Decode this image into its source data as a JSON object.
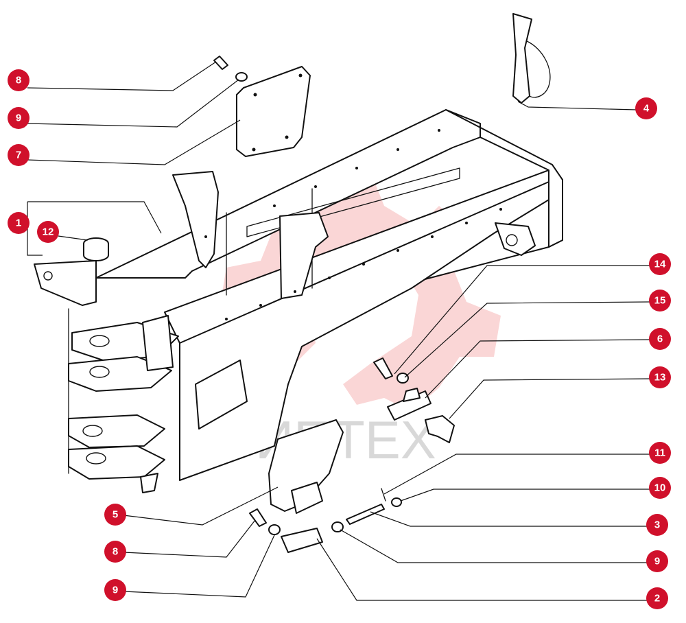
{
  "watermark": {
    "text": "ИПТЕХ",
    "color": "#f08a8a"
  },
  "callout_color": "#d0102b",
  "callouts": [
    {
      "id": "c8a",
      "label": "8"
    },
    {
      "id": "c9a",
      "label": "9"
    },
    {
      "id": "c7",
      "label": "7"
    },
    {
      "id": "c1",
      "label": "1"
    },
    {
      "id": "c12",
      "label": "12"
    },
    {
      "id": "c4",
      "label": "4"
    },
    {
      "id": "c14",
      "label": "14"
    },
    {
      "id": "c15",
      "label": "15"
    },
    {
      "id": "c6",
      "label": "6"
    },
    {
      "id": "c13",
      "label": "13"
    },
    {
      "id": "c11",
      "label": "11"
    },
    {
      "id": "c10",
      "label": "10"
    },
    {
      "id": "c3",
      "label": "3"
    },
    {
      "id": "c9b",
      "label": "9"
    },
    {
      "id": "c2",
      "label": "2"
    },
    {
      "id": "c5",
      "label": "5"
    },
    {
      "id": "c8b",
      "label": "8"
    },
    {
      "id": "c9c",
      "label": "9"
    }
  ]
}
